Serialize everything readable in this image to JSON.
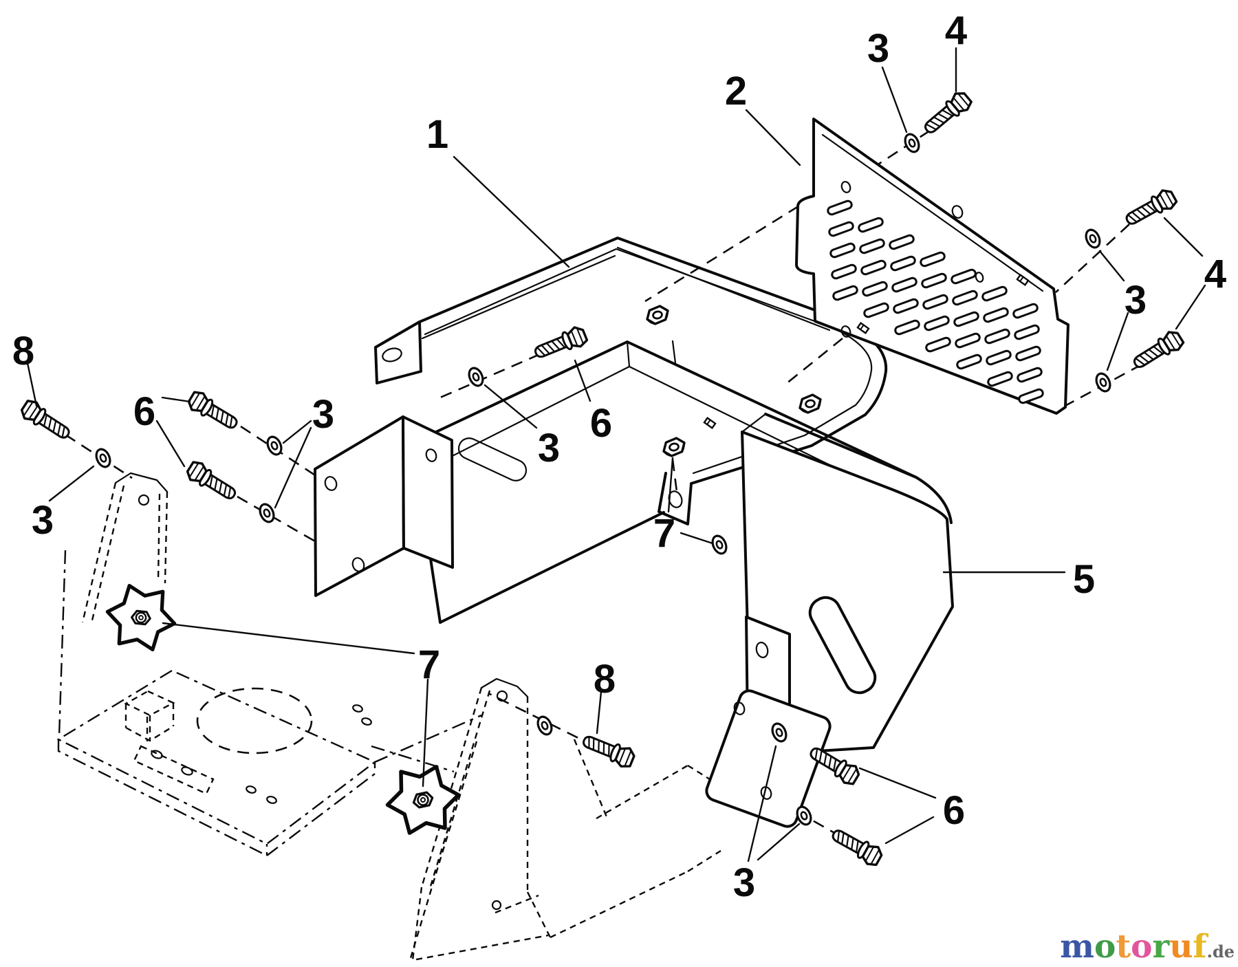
{
  "callouts": {
    "n1": "1",
    "n2": "2",
    "n3": "3",
    "n4": "4",
    "n5": "5",
    "n6": "6",
    "n7": "7",
    "n8": "8"
  },
  "watermark": {
    "letters": [
      {
        "ch": "m",
        "color": "#3a56a5"
      },
      {
        "ch": "o",
        "color": "#3f9b48"
      },
      {
        "ch": "t",
        "color": "#f09a38"
      },
      {
        "ch": "o",
        "color": "#e2559c"
      },
      {
        "ch": "r",
        "color": "#47a749"
      },
      {
        "ch": "u",
        "color": "#ef8b21"
      },
      {
        "ch": "f",
        "color": "#e7b821"
      }
    ],
    "suffix": ".de",
    "suffix_color": "#666666"
  }
}
